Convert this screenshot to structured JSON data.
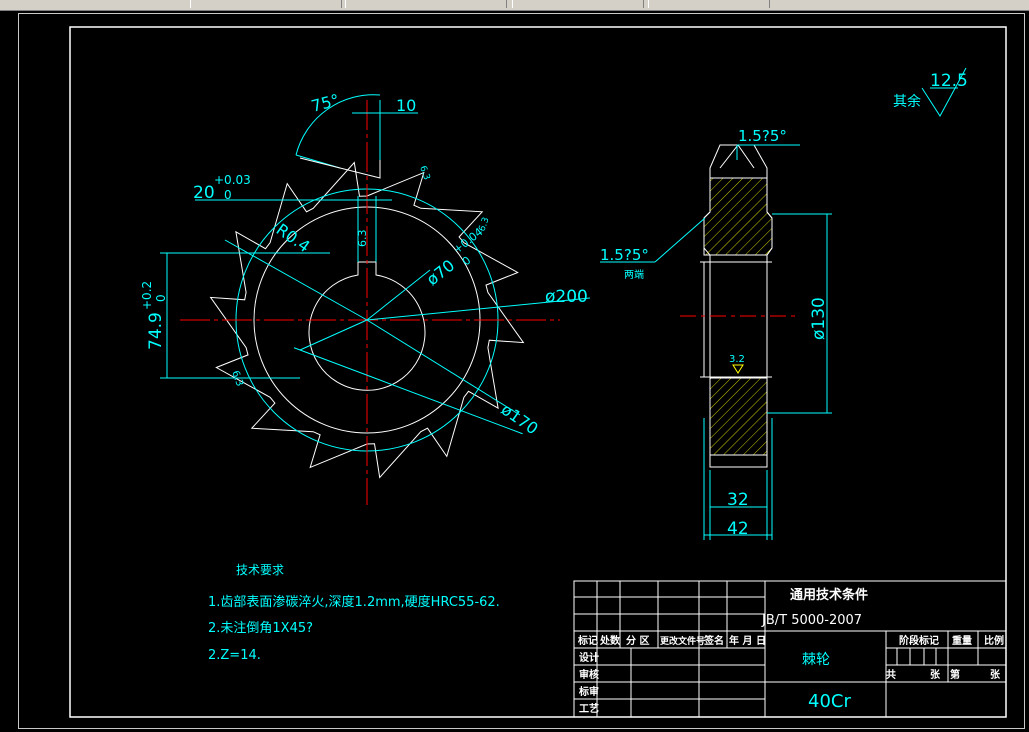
{
  "dimensions": {
    "angle_75": "75°",
    "width_10": "10",
    "keyway_20": "20",
    "tol_plus_003": "+0.03",
    "tol_zero_a": "0",
    "r04": "R0.4",
    "rough_63": "6.3",
    "phi70": "ø70",
    "tol_plus_004": "+0.04",
    "tol_zero_b": "0",
    "phi200": "ø200",
    "dim_749": "74.9",
    "tol_plus_02": "+0.2",
    "tol_zero_c": "0",
    "phi170": "ø170",
    "side_chamfer_top": "1.5?5°",
    "side_chamfer_left": "1.5?5°",
    "both_ends": "两端",
    "rough_32": "3.2",
    "phi130": "ø130",
    "w32": "32",
    "w42": "42"
  },
  "roughness": {
    "rest_label": "其余",
    "value": "12.5"
  },
  "tech_req": {
    "title": "技术要求",
    "line1": "1.齿部表面渗碳淬火,深度1.2mm,硬度HRC55-62.",
    "line2": "2.未注倒角1X45?",
    "line3": "2.Z=14."
  },
  "title_block": {
    "general_tech": "通用技术条件",
    "standard": "JB/T 5000-2007",
    "part_name": "棘轮",
    "material": "40Cr",
    "col_mark": "标记",
    "col_count": "处数",
    "col_zone": "分 区",
    "col_docno": "更改文件号",
    "col_sign": "签名",
    "col_date": "年 月 日",
    "row_design": "设计",
    "row_review": "审核",
    "row_standard": "标审",
    "row_process": "工艺",
    "stage_mark": "阶段标记",
    "weight": "重量",
    "scale": "比例",
    "total": "共",
    "sheet": "张",
    "sheet_no": "第",
    "sheet2": "张"
  }
}
